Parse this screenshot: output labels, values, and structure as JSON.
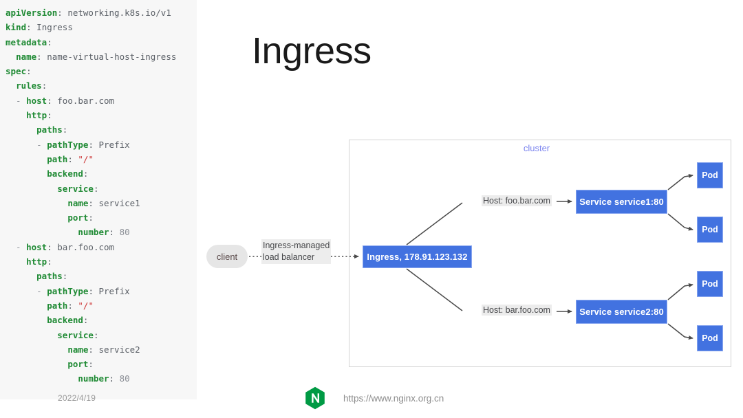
{
  "title": "Ingress",
  "slide_date": "2022/4/19",
  "code": {
    "language": "yaml",
    "lines": [
      [
        {
          "t": "apiVersion",
          "c": "k"
        },
        {
          "t": ": ",
          "c": "p"
        },
        {
          "t": "networking.k8s.io/v1",
          "c": "v"
        }
      ],
      [
        {
          "t": "kind",
          "c": "k"
        },
        {
          "t": ": ",
          "c": "p"
        },
        {
          "t": "Ingress",
          "c": "v"
        }
      ],
      [
        {
          "t": "metadata",
          "c": "k"
        },
        {
          "t": ":",
          "c": "p"
        }
      ],
      [
        {
          "t": "  ",
          "c": "p"
        },
        {
          "t": "name",
          "c": "k"
        },
        {
          "t": ": ",
          "c": "p"
        },
        {
          "t": "name-virtual-host-ingress",
          "c": "v"
        }
      ],
      [
        {
          "t": "spec",
          "c": "k"
        },
        {
          "t": ":",
          "c": "p"
        }
      ],
      [
        {
          "t": "  ",
          "c": "p"
        },
        {
          "t": "rules",
          "c": "k"
        },
        {
          "t": ":",
          "c": "p"
        }
      ],
      [
        {
          "t": "  - ",
          "c": "d"
        },
        {
          "t": "host",
          "c": "k"
        },
        {
          "t": ": ",
          "c": "p"
        },
        {
          "t": "foo.bar.com",
          "c": "v"
        }
      ],
      [
        {
          "t": "    ",
          "c": "p"
        },
        {
          "t": "http",
          "c": "k"
        },
        {
          "t": ":",
          "c": "p"
        }
      ],
      [
        {
          "t": "      ",
          "c": "p"
        },
        {
          "t": "paths",
          "c": "k"
        },
        {
          "t": ":",
          "c": "p"
        }
      ],
      [
        {
          "t": "      - ",
          "c": "d"
        },
        {
          "t": "pathType",
          "c": "k"
        },
        {
          "t": ": ",
          "c": "p"
        },
        {
          "t": "Prefix",
          "c": "v"
        }
      ],
      [
        {
          "t": "        ",
          "c": "p"
        },
        {
          "t": "path",
          "c": "k"
        },
        {
          "t": ": ",
          "c": "p"
        },
        {
          "t": "\"/\"",
          "c": "s"
        }
      ],
      [
        {
          "t": "        ",
          "c": "p"
        },
        {
          "t": "backend",
          "c": "k"
        },
        {
          "t": ":",
          "c": "p"
        }
      ],
      [
        {
          "t": "          ",
          "c": "p"
        },
        {
          "t": "service",
          "c": "k"
        },
        {
          "t": ":",
          "c": "p"
        }
      ],
      [
        {
          "t": "            ",
          "c": "p"
        },
        {
          "t": "name",
          "c": "k"
        },
        {
          "t": ": ",
          "c": "p"
        },
        {
          "t": "service1",
          "c": "v"
        }
      ],
      [
        {
          "t": "            ",
          "c": "p"
        },
        {
          "t": "port",
          "c": "k"
        },
        {
          "t": ":",
          "c": "p"
        }
      ],
      [
        {
          "t": "              ",
          "c": "p"
        },
        {
          "t": "number",
          "c": "k"
        },
        {
          "t": ": ",
          "c": "p"
        },
        {
          "t": "80",
          "c": "num"
        }
      ],
      [
        {
          "t": "  - ",
          "c": "d"
        },
        {
          "t": "host",
          "c": "k"
        },
        {
          "t": ": ",
          "c": "p"
        },
        {
          "t": "bar.foo.com",
          "c": "v"
        }
      ],
      [
        {
          "t": "    ",
          "c": "p"
        },
        {
          "t": "http",
          "c": "k"
        },
        {
          "t": ":",
          "c": "p"
        }
      ],
      [
        {
          "t": "      ",
          "c": "p"
        },
        {
          "t": "paths",
          "c": "k"
        },
        {
          "t": ":",
          "c": "p"
        }
      ],
      [
        {
          "t": "      - ",
          "c": "d"
        },
        {
          "t": "pathType",
          "c": "k"
        },
        {
          "t": ": ",
          "c": "p"
        },
        {
          "t": "Prefix",
          "c": "v"
        }
      ],
      [
        {
          "t": "        ",
          "c": "p"
        },
        {
          "t": "path",
          "c": "k"
        },
        {
          "t": ": ",
          "c": "p"
        },
        {
          "t": "\"/\"",
          "c": "s"
        }
      ],
      [
        {
          "t": "        ",
          "c": "p"
        },
        {
          "t": "backend",
          "c": "k"
        },
        {
          "t": ":",
          "c": "p"
        }
      ],
      [
        {
          "t": "          ",
          "c": "p"
        },
        {
          "t": "service",
          "c": "k"
        },
        {
          "t": ":",
          "c": "p"
        }
      ],
      [
        {
          "t": "            ",
          "c": "p"
        },
        {
          "t": "name",
          "c": "k"
        },
        {
          "t": ": ",
          "c": "p"
        },
        {
          "t": "service2",
          "c": "v"
        }
      ],
      [
        {
          "t": "            ",
          "c": "p"
        },
        {
          "t": "port",
          "c": "k"
        },
        {
          "t": ":",
          "c": "p"
        }
      ],
      [
        {
          "t": "              ",
          "c": "p"
        },
        {
          "t": "number",
          "c": "k"
        },
        {
          "t": ": ",
          "c": "p"
        },
        {
          "t": "80",
          "c": "num"
        }
      ]
    ]
  },
  "diagram": {
    "cluster_label": "cluster",
    "client_label": "client",
    "load_balancer_label_line1": "Ingress-managed",
    "load_balancer_label_line2": "load balancer",
    "ingress_label": "Ingress, 178.91.123.132",
    "host1_label": "Host: foo.bar.com",
    "host2_label": "Host: bar.foo.com",
    "service1_label": "Service service1:80",
    "service2_label": "Service service2:80",
    "pod_label": "Pod",
    "pods": [
      "Pod",
      "Pod",
      "Pod",
      "Pod"
    ],
    "colors": {
      "node_blue": "#4272e0",
      "node_border": "#8aa7ef",
      "cluster_border": "#d3d3d3",
      "cluster_label": "#7b84ef",
      "client_fill": "#e6e6e6",
      "edge_label_bg": "#ececec",
      "arrow": "#4a4a4a"
    }
  },
  "footer": {
    "url": "https://www.nginx.org.cn",
    "logo_name": "nginx-logo",
    "logo_color": "#009a44",
    "logo_letter": "N"
  }
}
